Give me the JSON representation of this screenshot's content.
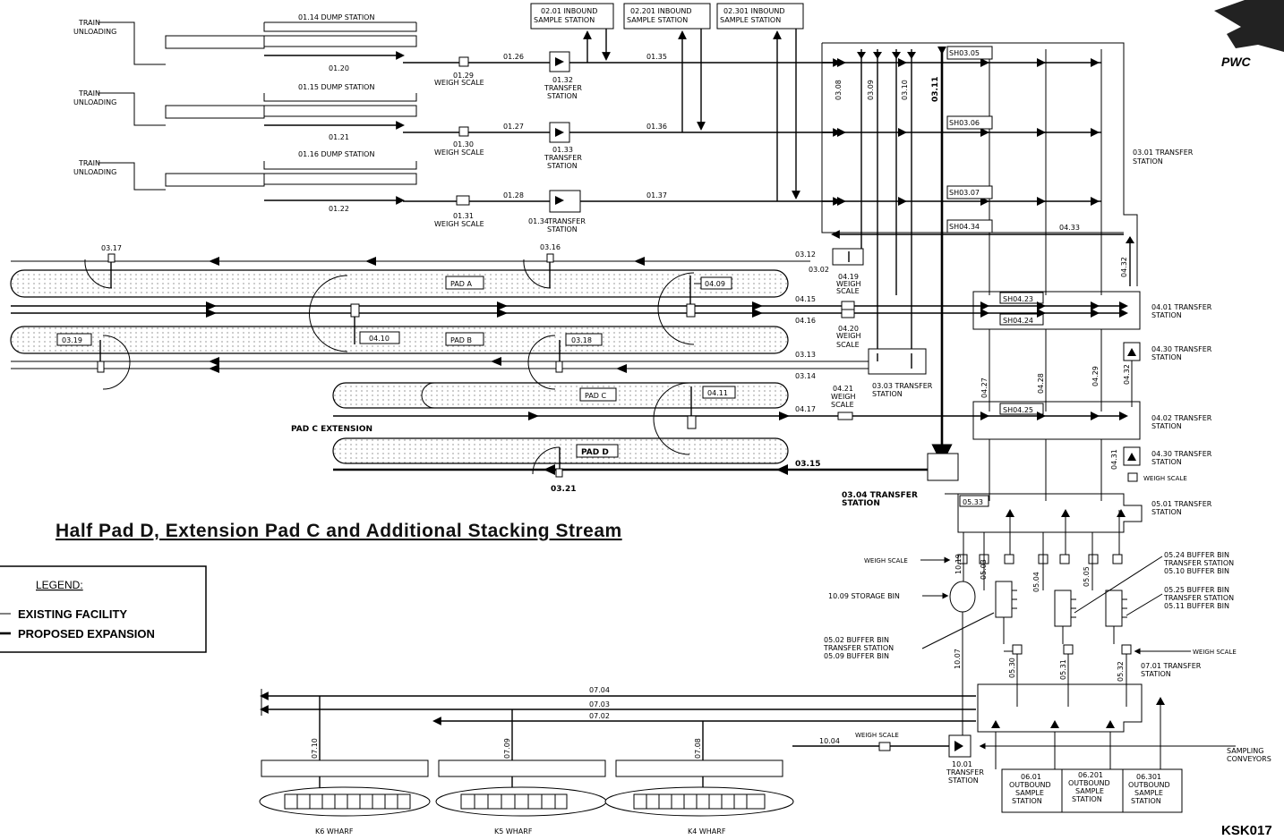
{
  "title": "Half Pad D, Extension Pad C and Additional Stacking Stream",
  "logo_text": "PWC",
  "drawing_number": "KSK017",
  "legend": {
    "heading": "LEGEND:",
    "existing": "EXISTING FACILITY",
    "proposed": "PROPOSED EXPANSION"
  },
  "train_unloading": {
    "label1": "TRAIN",
    "label2": "UNLOADING",
    "lines": [
      {
        "dump": "01.14 DUMP STATION",
        "belt": "01.20",
        "scale_id": "01.29",
        "scale_lbl": "WEIGH SCALE",
        "conv_in": "01.26",
        "transfer_id": "01.32",
        "conv_out": "01.35"
      },
      {
        "dump": "01.15 DUMP STATION",
        "belt": "01.21",
        "scale_id": "01.30",
        "scale_lbl": "WEIGH SCALE",
        "conv_in": "01.27",
        "transfer_id": "01.33",
        "conv_out": "01.36"
      },
      {
        "dump": "01.16 DUMP STATION",
        "belt": "01.22",
        "scale_id": "01.31",
        "scale_lbl": "WEIGH SCALE",
        "conv_in": "01.28",
        "transfer_id": "01.34",
        "conv_out": "01.37"
      }
    ],
    "transfer_label": "TRANSFER",
    "station_label": "STATION"
  },
  "inbound_sample": [
    {
      "l1": "02.01 INBOUND",
      "l2": "SAMPLE STATION"
    },
    {
      "l1": "02.201 INBOUND",
      "l2": "SAMPLE STATION"
    },
    {
      "l1": "02.301 INBOUND",
      "l2": "SAMPLE STATION"
    }
  ],
  "vertical_conveyors": [
    "03.08",
    "03.09",
    "03.10",
    "03.11"
  ],
  "shuttles": [
    "SH03.05",
    "SH03.06",
    "SH03.07",
    "SH04.34",
    "SH04.23",
    "SH04.24",
    "SH04.25"
  ],
  "conv_04_33": "04.33",
  "transfer_stations_right": [
    {
      "id": "03.01 TRANSFER",
      "l2": "STATION"
    },
    {
      "id": "04.01 TRANSFER",
      "l2": "STATION"
    },
    {
      "id": "04.30 TRANSFER",
      "l2": "STATION"
    },
    {
      "id": "04.02 TRANSFER",
      "l2": "STATION"
    },
    {
      "id": "04.30 TRANSFER",
      "l2": "STATION"
    },
    {
      "id": "05.01 TRANSFER",
      "l2": "STATION"
    }
  ],
  "weigh_scale_small": "WEIGH SCALE",
  "pads": {
    "a": "PAD A",
    "b": "PAD B",
    "c": "PAD C",
    "d": "PAD D",
    "c_ext": "PAD C EXTENSION"
  },
  "stackers": [
    "03.17",
    "03.16",
    "04.09",
    "04.10",
    "03.19",
    "03.18",
    "04.11",
    "03.21"
  ],
  "pad_conveyors": [
    "03.12",
    "03.02",
    "04.15",
    "04.16",
    "03.13",
    "03.14",
    "04.17",
    "03.15"
  ],
  "pad_scales": [
    {
      "id": "04.19",
      "l2": "WEIGH",
      "l3": "SCALE"
    },
    {
      "id": "04.20",
      "l2": "WEIGH",
      "l3": "SCALE"
    },
    {
      "id": "04.21",
      "l2": "WEIGH",
      "l3": "SCALE"
    }
  ],
  "transfer_03_03": {
    "l1": "03.03 TRANSFER",
    "l2": "STATION"
  },
  "transfer_03_04": {
    "l1": "03.04 TRANSFER",
    "l2": "STATION"
  },
  "verticals_04": [
    "04.27",
    "04.28",
    "04.29",
    "04.32",
    "04.32",
    "04.31"
  ],
  "buffer": {
    "conv_05_33": "05.33",
    "weigh_scale": "WEIGH SCALE",
    "storage_bin": "10.09 STORAGE BIN",
    "v_10_19": "10.19",
    "v_05_03": "05.03",
    "v_05_04": "05.04",
    "v_05_05": "05.05",
    "v_10_07": "10.07",
    "v_05_30": "05.30",
    "v_05_31": "05.31",
    "v_05_32": "05.32",
    "bin_05_02": {
      "l1": "05.02 BUFFER BIN",
      "l2": "TRANSFER STATION",
      "l3": "05.09 BUFFER BIN"
    },
    "bin_05_24": {
      "l1": "05.24 BUFFER BIN",
      "l2": "TRANSFER STATION",
      "l3": "05.10 BUFFER BIN"
    },
    "bin_05_25": {
      "l1": "05.25 BUFFER BIN",
      "l2": "TRANSFER STATION",
      "l3": "05.11 BUFFER BIN"
    },
    "weigh_scale_right": "WEIGH SCALE",
    "transfer_07_01": {
      "l1": "07.01 TRANSFER",
      "l2": "STATION"
    }
  },
  "wharf": {
    "conveyors": [
      "07.04",
      "07.03",
      "07.02"
    ],
    "verticals": [
      "07.10",
      "07.09",
      "07.08"
    ],
    "names": [
      "K6 WHARF",
      "K5 WHARF",
      "K4 WHARF"
    ],
    "conv_10_04": "10.04",
    "weigh_scale": "WEIGH SCALE",
    "transfer_10_01": {
      "l1": "10.01",
      "l2": "TRANSFER",
      "l3": "STATION"
    }
  },
  "outbound": [
    {
      "l1": "06.01",
      "l2": "OUTBOUND",
      "l3": "SAMPLE",
      "l4": "STATION"
    },
    {
      "l1": "06.201",
      "l2": "OUTBOUND",
      "l3": "SAMPLE",
      "l4": "STATION"
    },
    {
      "l1": "06.301",
      "l2": "OUTBOUND",
      "l3": "SAMPLE",
      "l4": "STATION"
    }
  ],
  "sampling": {
    "l1": "SAMPLING",
    "l2": "CONVEYORS"
  }
}
